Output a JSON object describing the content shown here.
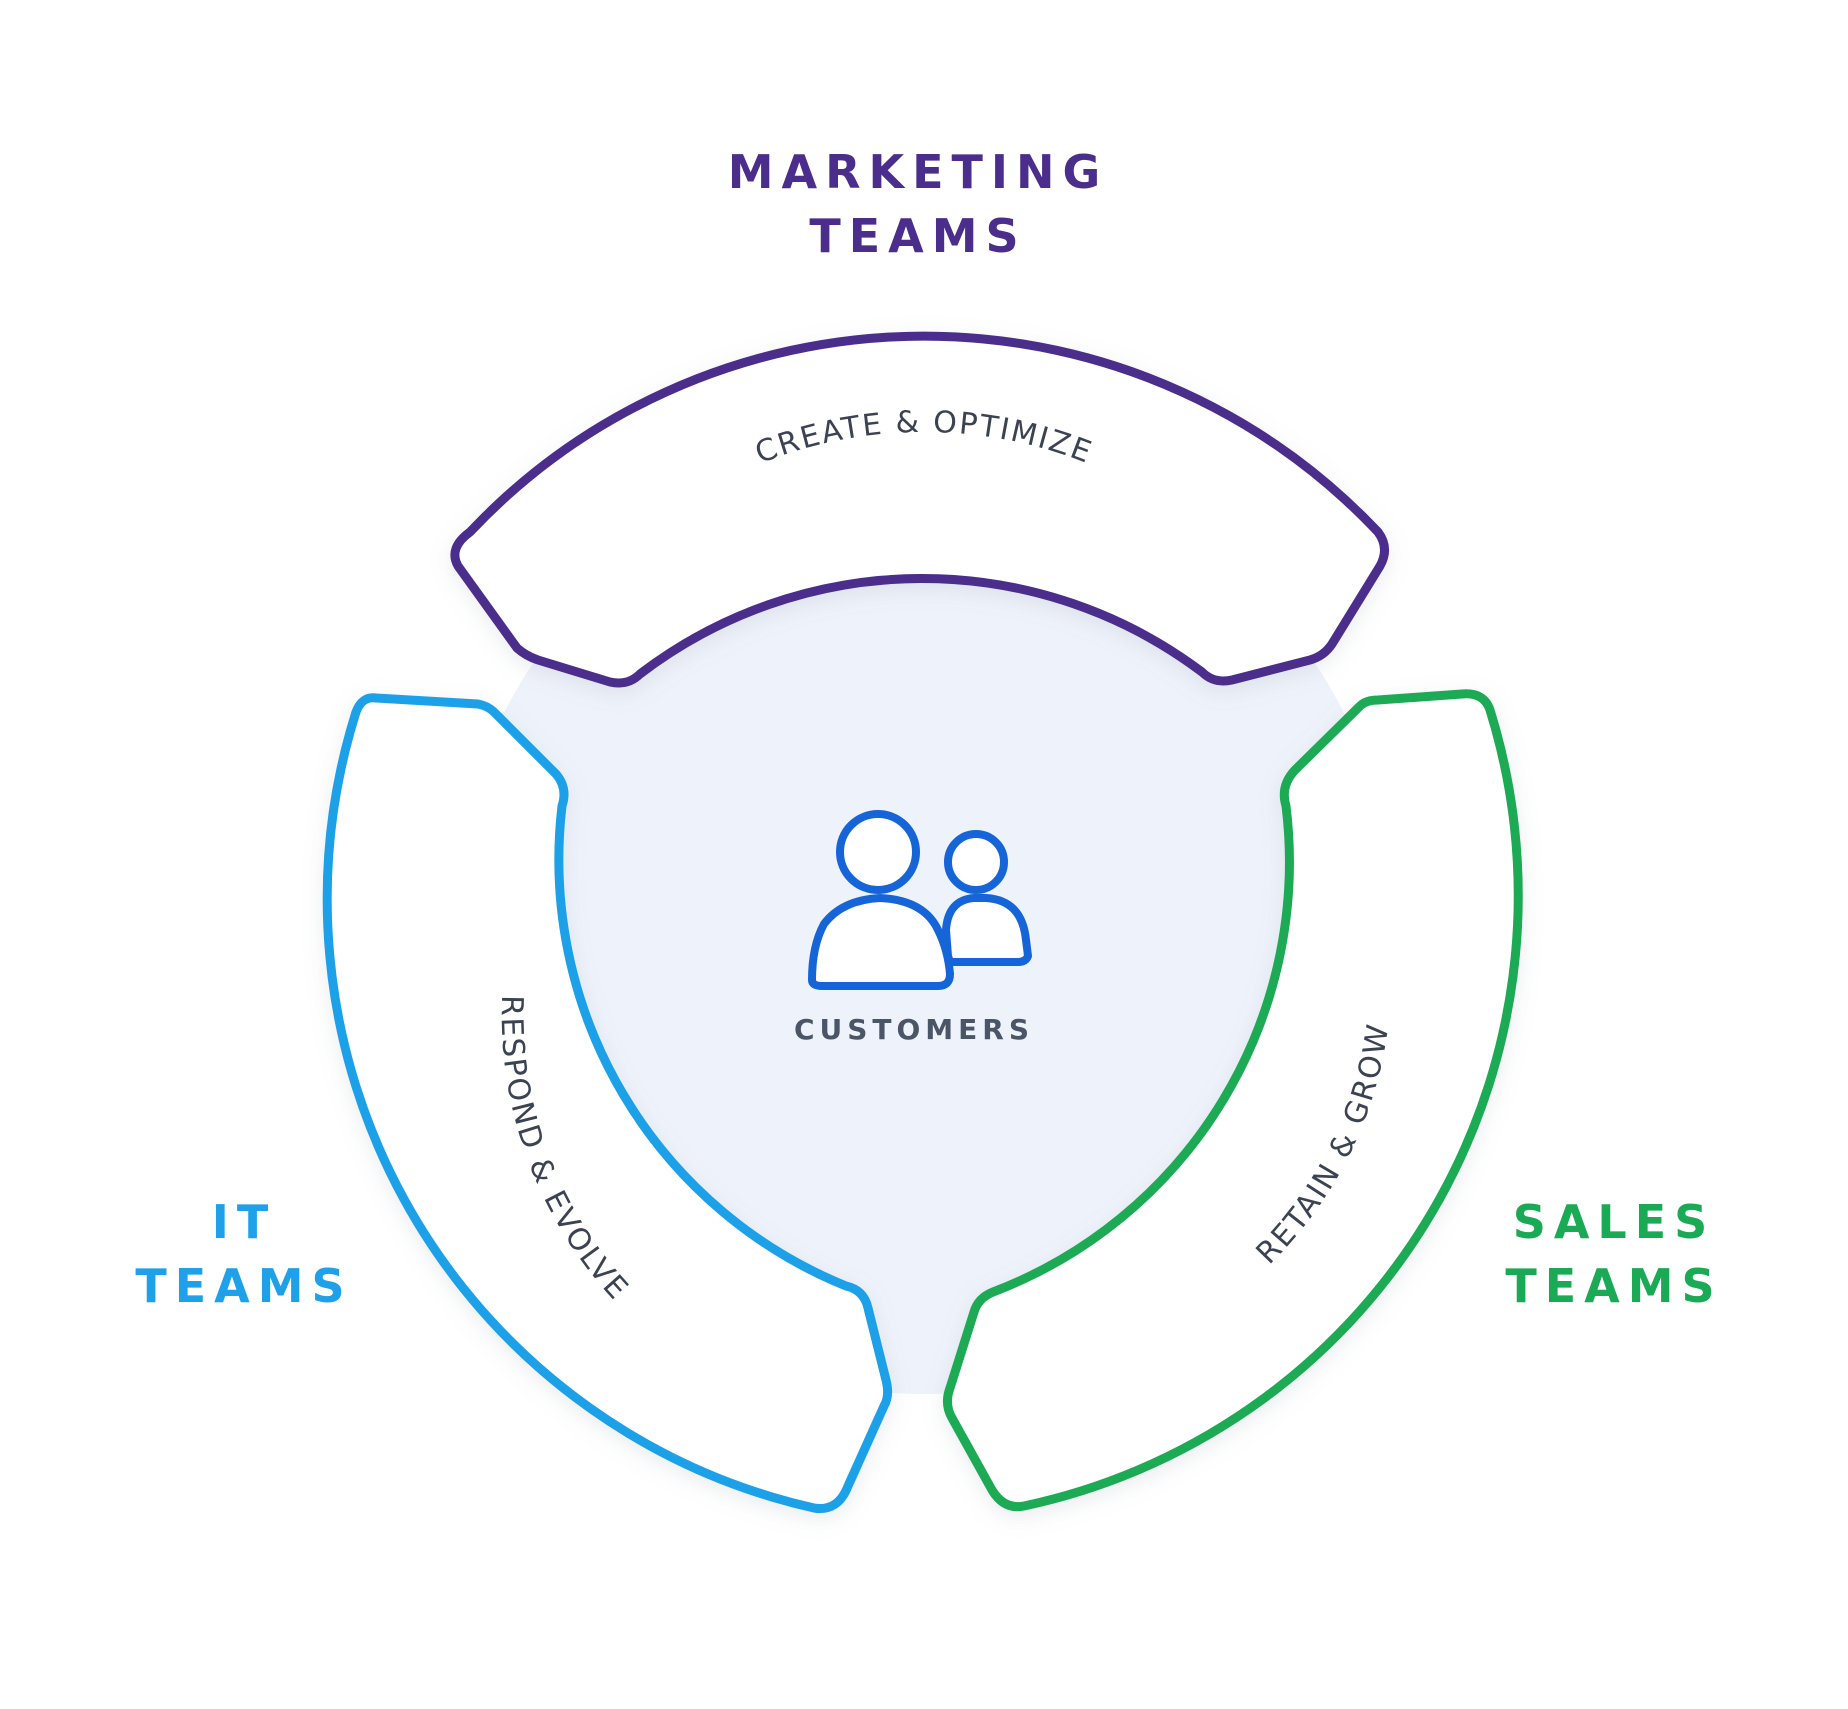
{
  "center": {
    "label": "CUSTOMERS",
    "icon": "customers-icon",
    "icon_color": "#1565d8",
    "fill_color": "#eef2fa"
  },
  "segments": [
    {
      "id": "marketing",
      "team_line1": "MARKETING",
      "team_line2": "TEAMS",
      "phase": "CREATE & OPTIMIZE",
      "color": "#4b2e8c"
    },
    {
      "id": "sales",
      "team_line1": "SALES",
      "team_line2": "TEAMS",
      "phase": "RETAIN & GROW",
      "color": "#1aaa55"
    },
    {
      "id": "it",
      "team_line1": "IT",
      "team_line2": "TEAMS",
      "phase": "RESPOND & EVOLVE",
      "color": "#1ea1e9"
    }
  ]
}
